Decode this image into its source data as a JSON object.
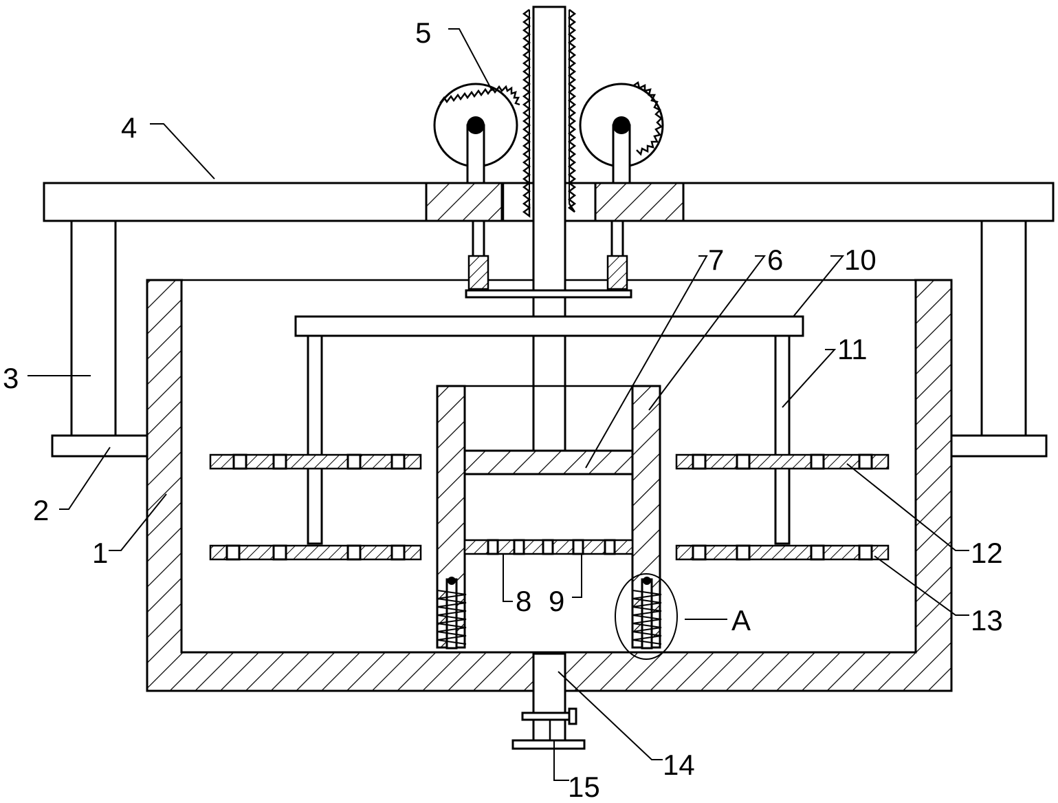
{
  "labels": {
    "l1": "1",
    "l2": "2",
    "l3": "3",
    "l4": "4",
    "l5": "5",
    "l6": "6",
    "l7": "7",
    "l8": "8",
    "l9": "9",
    "l10": "10",
    "l11": "11",
    "l12": "12",
    "l13": "13",
    "l14": "14",
    "l15": "15",
    "lA": "A"
  },
  "colors": {
    "stroke": "#000000",
    "background": "#ffffff"
  }
}
